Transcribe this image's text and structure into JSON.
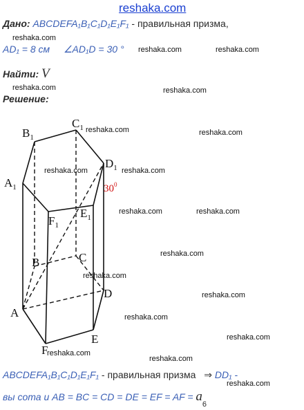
{
  "site": {
    "title": "reshaka.com"
  },
  "given": {
    "label": "Дано:",
    "prism": "ABCDEFA₁B₁C₁D₁E₁F₁",
    "text": " - правильная призма,",
    "measure": "AD₁ = 8 см",
    "angle_symbol": "∠",
    "angle": "AD₁D = 30 °"
  },
  "find": {
    "label": "Найти:",
    "value": "V"
  },
  "solution": {
    "label": "Решение:"
  },
  "figure": {
    "vertices": {
      "A": "A",
      "B": "B",
      "C": "C",
      "D": "D",
      "E": "E",
      "F": "F",
      "A1": "A",
      "B1": "B",
      "C1": "C",
      "D1": "D",
      "E1": "E",
      "F1": "F",
      "sub": "1"
    },
    "angle_label": "30",
    "angle_degree": "0"
  },
  "bottom": {
    "line1_prism": "ABCDEFA₁B₁C₁D₁E₁F₁",
    "line1_text": " - правильная призма",
    "arrow": "⇒",
    "line1_tail": " DD₁ -",
    "line2": "вы сота и AB = BC = CD = DE = EF = AF = ",
    "a_letter": "a",
    "a_sub": "6"
  },
  "watermark": "reshaka.com",
  "colors": {
    "title": "#1a3fd1",
    "text_italic": "#3a5fb5",
    "angle": "#d01010"
  }
}
